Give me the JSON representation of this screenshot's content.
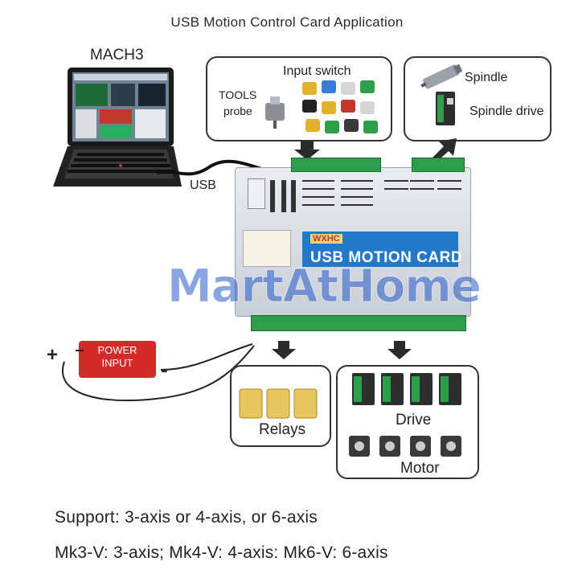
{
  "title": "USB Motion Control Card Application",
  "laptop": {
    "label": "MACH3",
    "cable_label": "USB"
  },
  "input_box": {
    "label": "Input switch",
    "tools_label": "TOOLS",
    "probe_label": "probe"
  },
  "spindle_box": {
    "spindle_label": "Spindle",
    "drive_label": "Spindle drive"
  },
  "card": {
    "banner": "USB MOTION CARD",
    "logo": "WXHC"
  },
  "watermark": "MartAtHome",
  "power": {
    "line1": "POWER",
    "line2": "INPUT",
    "plus": "+",
    "minus": "-"
  },
  "relays_box": {
    "label": "Relays"
  },
  "drive_box": {
    "drive_label": "Drive",
    "motor_label": "Motor"
  },
  "footer": {
    "line1": "Support: 3-axis or 4-axis,  or 6-axis",
    "line2": "Mk3-V:  3-axis;  Mk4-V:  4-axis:  Mk6-V:  6-axis"
  },
  "colors": {
    "terminal": "#2f9e4a",
    "banner": "#2478c9",
    "power": "#d42a2a",
    "arrow": "#2b2b2b"
  }
}
